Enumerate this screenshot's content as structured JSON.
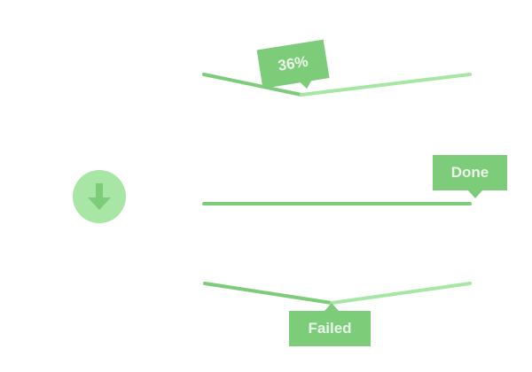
{
  "icon": {
    "name": "arrow-down-icon",
    "color": "#a7e6a4",
    "arrow_color": "#7ccc7a"
  },
  "colors": {
    "filled": "#7ccc7a",
    "remaining": "#a7e6a4",
    "label_bg": "#7ccc7a",
    "label_text": "#e9f8e8"
  },
  "progress_rows": [
    {
      "state": "in-progress",
      "progress": 0.36,
      "label": "36%"
    },
    {
      "state": "done",
      "progress": 1.0,
      "label": "Done"
    },
    {
      "state": "failed",
      "progress": 0.48,
      "label": "Failed"
    }
  ]
}
